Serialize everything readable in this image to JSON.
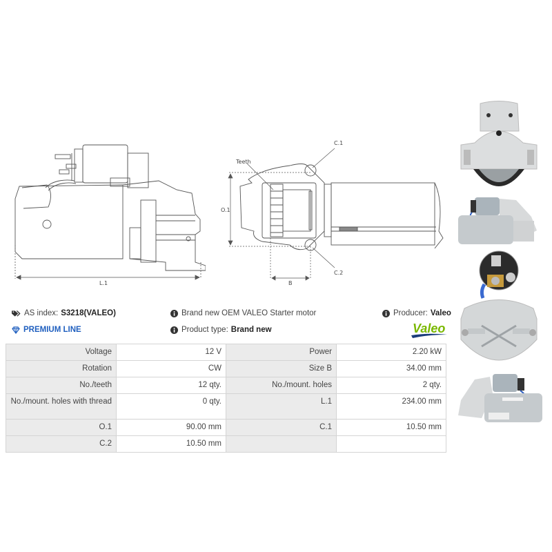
{
  "drawings": {
    "side_view": {
      "dimension_label": "L.1"
    },
    "front_view": {
      "labels": {
        "teeth": "Teeth",
        "o1": "O.1",
        "c1": "C.1",
        "c2": "C.2",
        "b": "B"
      }
    }
  },
  "photos": [
    {
      "name": "rear-end-view"
    },
    {
      "name": "side-view-solenoid-top"
    },
    {
      "name": "front-flange-view"
    },
    {
      "name": "side-view-opposite"
    }
  ],
  "info": {
    "as_index_label": "AS index:",
    "as_index_value": "S3218(VALEO)",
    "premium_line": "PREMIUM LINE",
    "description": "Brand new OEM VALEO Starter motor",
    "product_type_label": "Product type:",
    "product_type_value": "Brand new",
    "producer_label": "Producer:",
    "producer_value": "Valeo",
    "brand_logo_text": "Valeo"
  },
  "colors": {
    "premium_blue": "#1f5fbf",
    "valeo_green": "#7ab800",
    "valeo_blue": "#1a3c7a",
    "label_cell_bg": "#ebebeb",
    "border": "#d4d4d4"
  },
  "spec_table": {
    "rows": [
      {
        "l1": "Voltage",
        "v1": "12 V",
        "l2": "Power",
        "v2": "2.20 kW"
      },
      {
        "l1": "Rotation",
        "v1": "CW",
        "l2": "Size B",
        "v2": "34.00 mm"
      },
      {
        "l1": "No./teeth",
        "v1": "12 qty.",
        "l2": "No./mount. holes",
        "v2": "2 qty."
      },
      {
        "l1": "No./mount. holes with thread",
        "v1": "0 qty.",
        "l2": "L.1",
        "v2": "234.00 mm"
      },
      {
        "l1": "O.1",
        "v1": "90.00 mm",
        "l2": "C.1",
        "v2": "10.50 mm"
      },
      {
        "l1": "C.2",
        "v1": "10.50 mm",
        "l2": "",
        "v2": ""
      }
    ]
  }
}
